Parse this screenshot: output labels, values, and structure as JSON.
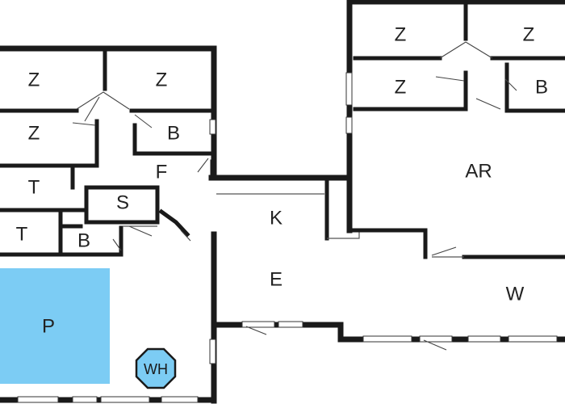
{
  "plan": {
    "colors": {
      "pool": "#7cccf4",
      "wall": "#1a1a1a",
      "background": "#ffffff"
    },
    "rooms": [
      {
        "id": "z1",
        "label": "Z"
      },
      {
        "id": "z2",
        "label": "Z"
      },
      {
        "id": "z3",
        "label": "Z"
      },
      {
        "id": "b1",
        "label": "B"
      },
      {
        "id": "f",
        "label": "F"
      },
      {
        "id": "t1",
        "label": "T"
      },
      {
        "id": "s",
        "label": "S"
      },
      {
        "id": "t2",
        "label": "T"
      },
      {
        "id": "b2",
        "label": "B"
      },
      {
        "id": "p",
        "label": "P"
      },
      {
        "id": "wh",
        "label": "WH"
      },
      {
        "id": "k",
        "label": "K"
      },
      {
        "id": "e",
        "label": "E"
      },
      {
        "id": "z4",
        "label": "Z"
      },
      {
        "id": "z5",
        "label": "Z"
      },
      {
        "id": "z6",
        "label": "Z"
      },
      {
        "id": "b3",
        "label": "B"
      },
      {
        "id": "ar",
        "label": "AR"
      },
      {
        "id": "w",
        "label": "W"
      }
    ]
  }
}
